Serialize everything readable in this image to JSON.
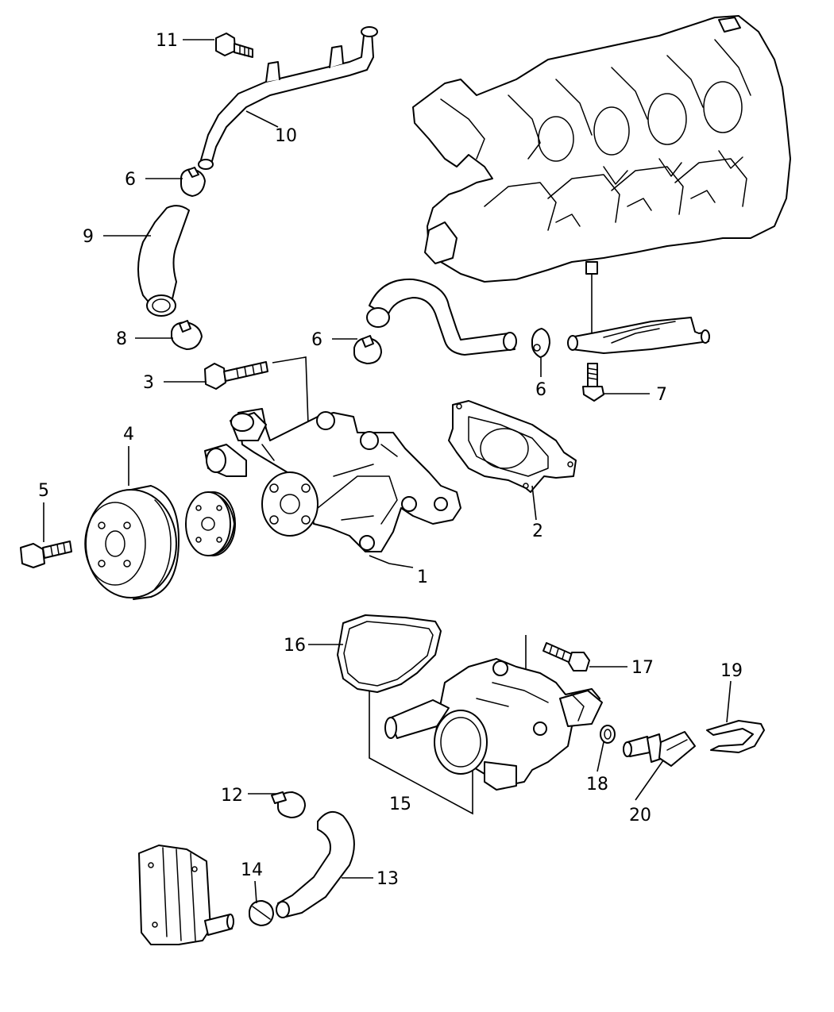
{
  "callouts": {
    "c1": "1",
    "c2": "2",
    "c3": "3",
    "c4": "4",
    "c5": "5",
    "c6a": "6",
    "c6b": "6",
    "c6c": "6",
    "c7": "7",
    "c8": "8",
    "c9": "9",
    "c10": "10",
    "c11": "11",
    "c12": "12",
    "c13": "13",
    "c14": "14",
    "c15": "15",
    "c16": "16",
    "c17": "17",
    "c18": "18",
    "c19": "19",
    "c20": "20"
  },
  "colors": {
    "line": "#000000",
    "background": "#ffffff"
  }
}
